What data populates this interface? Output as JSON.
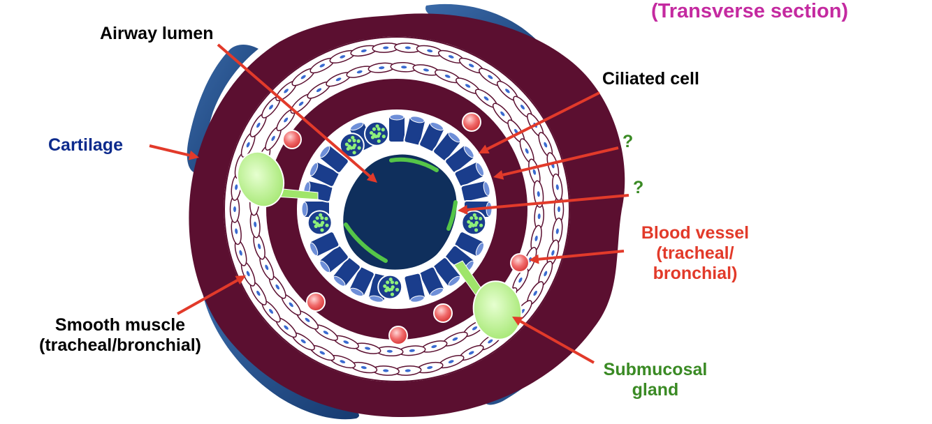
{
  "title": "(Transverse section)",
  "labels": {
    "airway_lumen": "Airway lumen",
    "ciliated_cell": "Ciliated cell",
    "unknown_1": "?",
    "unknown_2": "?",
    "cartilage": "Cartilage",
    "blood_vessel_line1": "Blood vessel",
    "blood_vessel_line2": "(tracheal/",
    "blood_vessel_line3": "bronchial)",
    "smooth_muscle_line1": "Smooth muscle",
    "smooth_muscle_line2": "(tracheal/bronchial)",
    "submucosal_line1": "Submucosal",
    "submucosal_line2": "gland"
  },
  "colors": {
    "title": "#c42aa0",
    "black_label": "#000000",
    "cartilage_label": "#0c2a8c",
    "unknown_label": "#3a8a24",
    "blood_label": "#e23a2a",
    "gland_label": "#3a8a24",
    "arrow": "#e23a2a",
    "wall": "#5b0f30",
    "cartilage": "#1e4c88",
    "lumen": "#0f2f5c",
    "cell": "#1a3d8c",
    "gland": "#b8f28a",
    "green_line": "#55c548",
    "vessel": "#ee5555"
  }
}
